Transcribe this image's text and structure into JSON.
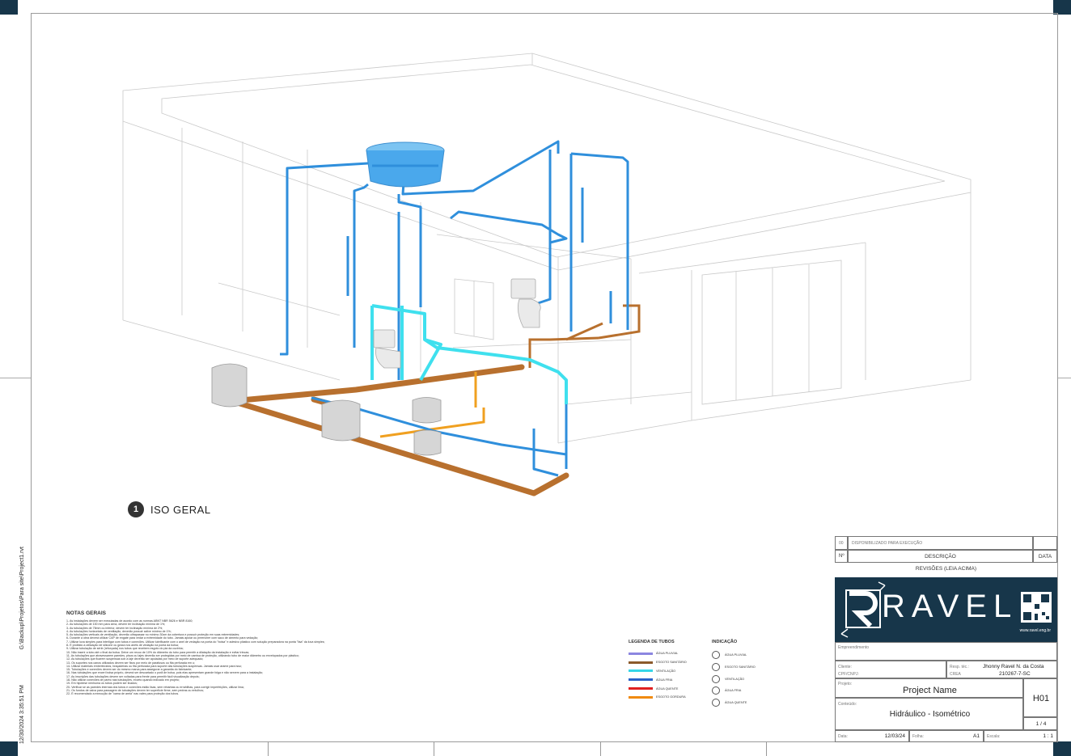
{
  "side_stamp": {
    "path": "G:\\Backup\\Projetos\\Para site\\Project1.rvt",
    "datetime": "12/30/2024 3:35:51 PM"
  },
  "view": {
    "number": "1",
    "title": "ISO GERAL"
  },
  "notes": {
    "title": "NOTAS GERAIS",
    "lines": [
      "1- As instalações devem ser executadas de acordo com as normas ABNT NBR 5626 e NBR 8160;",
      "2- As tubulações de 100 mm para cima, devem ter inclinação mínima de 1%;",
      "3- As tubulações de 75mm ou inferior, devem ter inclinação mínima de 2%;",
      "4- As tubulações horizontais de ventilação, deverão possuir aclive mínimo de 1%;",
      "5- As tubulações verticais de ventilação, deverão ultrapassar no mínimo 30cm da cobertura e possuir proteção em suas extremidades;",
      "6- Durante a obra deverá utilizar CAP de engate para vedar a extremidade do tubo. Jamais apoiar ou preencher com saco de cimento para vedação;",
      "7- Utilizar luva simples para interligar com tubos e conexões. Utilizar lubrificante com o anel de vedação na ponta do \"bolsa\" e adesivo plástico com solução preparadora na ponta \"lisa\" da luva simples;",
      "8- É proibido a utilização de silicone ou graxa nos anéis de vedação na ponta da bolsa;",
      "9- Utilizar tubulação de série (reforçada) nos tubos que recebem esgoto do pia da cozinha;",
      "10- Não inserir a tubo até o final da bolsa. Deixe um recuo de 10% do diâmetro do tubo para permitir a dilatação da instalação e evitar trincas;",
      "11- As tubulações que atravessarem paredes, pisos ou lajes deverão ser protegidas por meio de camisa de proteção, utilizando tubo de maior diâmetro ou envelopados por plástico;",
      "12- As tubulações que ficarem suspensas sob a laje deverão ser apoiadas por meio de suporte adequado;",
      "13- Os suportes nos canos utilizados devem ser fixos por meio de parafusos ou fita perfurada em u;",
      "14- Utilizar materiais embertecidos, braçadeiras ou fita perfurada para suporte das tubulações suspensas. Jamais usar arame para isso;",
      "15- Tubulações e conexões devem ser do mesmo marca para assegurar a garantia do fabricante;",
      "16- Nas tubulações que exceri bolsa próprio, deverá ser descartado o porã de bolsa, pois elas apresentam grande folga e não servem para a instalação;",
      "17- As inscrições das tubulações devem ser voltadas para frente para permitir fácil visualização depois;",
      "18- Não utilizar conexões de paréo nas tubulações, exceto quando indicado em projeto;",
      "19- Em hipótese nenhuma os tubos podem ser lixados;",
      "20- Verificar se as paredes internas dos tubos e conexões estão lisas, sem rebarbas ou errahilhas, para corrigir imperfeições, utilizar lima;",
      "21- Os fundos de caixa para passagem de tubulações devem ter superfície firme, sem pedras ou entulhos;",
      "22- É recomendado a execução de \"cama de areia\" nas vales para proteção dos tubos."
    ]
  },
  "legend": {
    "title": "LEGENDA DE TUBOS",
    "items": [
      {
        "label": "ÁGUA PLUVIAL",
        "color": "#8c86e0"
      },
      {
        "label": "ESGOTO SANITÁRIO",
        "color": "#8b5a2b"
      },
      {
        "label": "VENTILAÇÃO",
        "color": "#36d6e8"
      },
      {
        "label": "ÁGUA FRIA",
        "color": "#2a62c9"
      },
      {
        "label": "ÁGUA QUENTE",
        "color": "#e02020"
      },
      {
        "label": "ESGOTO GORDURA",
        "color": "#f08a10"
      }
    ]
  },
  "indication": {
    "title": "INDICAÇÃO",
    "items": [
      "ÁGUA PLUVIAL",
      "ESGOTO SANITÁRIO",
      "VENTILAÇÃO",
      "ÁGUA FRIA",
      "ÁGUA QUENTE"
    ]
  },
  "title_block": {
    "revision": {
      "num": "00",
      "description": "DISPONIBILIZADO PARA EXECUÇÃO"
    },
    "col_num": "Nº",
    "col_desc": "DESCRIÇÃO",
    "col_date": "DATA",
    "revisions_label": "REVISÕES (LEIA ACIMA)",
    "brand": "RAVEL",
    "website": "www.ravel.eng.br",
    "empreendimento_label": "Empreendimento",
    "cliente_label": "Cliente:",
    "cpf_label": "CPF/CNPJ:",
    "resp_label": "Resp. téc.:",
    "resp_value": "Jhonny Ravel N. da Costa",
    "crea_label": "CREA",
    "crea_value": "210267-7-SC",
    "projeto_label": "Projeto:",
    "projeto_value": "Project Name",
    "sheet_code": "H01",
    "conteudo_label": "Conteúdo:",
    "conteudo_value": "Hidráulico - Isométrico",
    "sheet_count": "1 / 4",
    "data_label": "Data:",
    "data_value": "12/03/24",
    "folha_label": "Folha:",
    "folha_value": "A1",
    "escala_label": "Escala:",
    "escala_value": "1 : 1"
  },
  "colors": {
    "frame_corner": "#17364a",
    "logo_bg": "#17364a",
    "pipe_cold": "#2f8fdc",
    "pipe_vent": "#3fe0ee",
    "pipe_sewer": "#b8702e",
    "pipe_grease": "#f0a020",
    "tank": "#4aa8ec"
  }
}
